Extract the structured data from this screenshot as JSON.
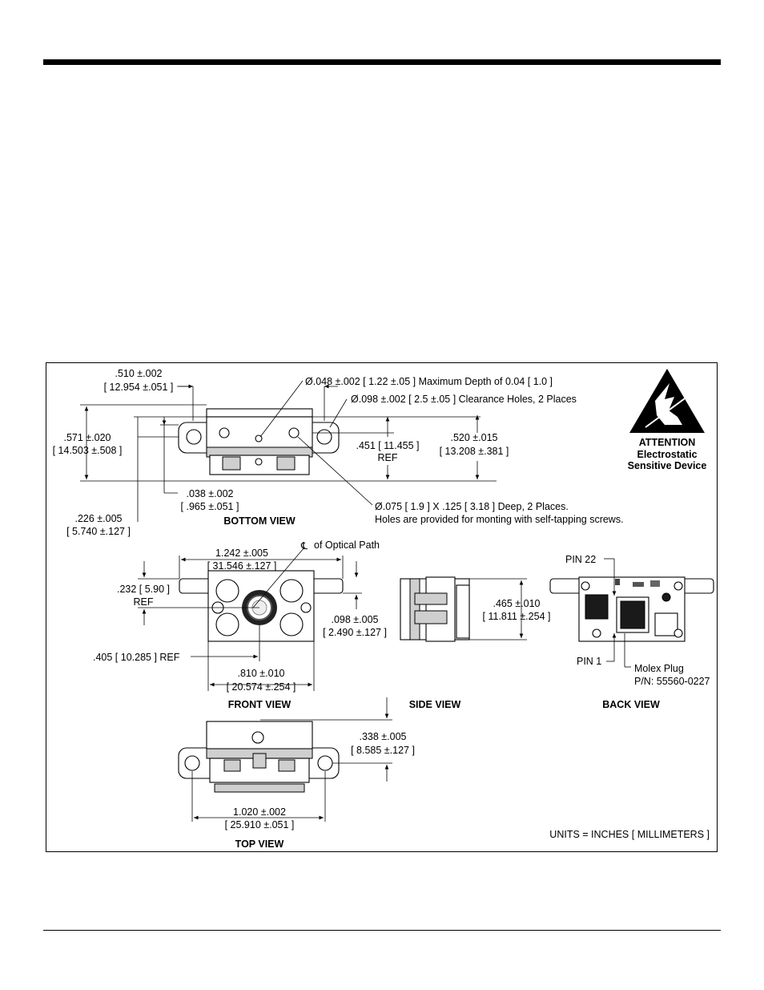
{
  "views": {
    "bottom": {
      "title": "BOTTOM VIEW",
      "dim_width": [
        ".510 ±.002",
        "[ 12.954 ±.051 ]"
      ],
      "dim_hole_small": "Ø.048 ±.002 [ 1.22 ±.05 ] Maximum Depth of 0.04 [ 1.0 ]",
      "dim_hole_clear": "Ø.098 ±.002 [ 2.5 ±.05 ] Clearance Holes, 2 Places",
      "dim_height_left": [
        ".571 ±.020",
        "[ 14.503 ±.508 ]"
      ],
      "dim_height_mid": [
        ".451 [ 11.455 ]",
        "REF"
      ],
      "dim_height_right": [
        ".520 ±.015",
        "[ 13.208 ±.381 ]"
      ],
      "dim_offset_small": [
        ".038 ±.002",
        "[ .965 ±.051 ]"
      ],
      "dim_offset_left": [
        ".226 ±.005",
        "[ 5.740 ±.127 ]"
      ],
      "dim_deep_hole": [
        "Ø.075 [ 1.9 ] X .125 [ 3.18 ] Deep, 2 Places.",
        "Holes are provided for monting with self-tapping screws."
      ]
    },
    "front": {
      "title": "FRONT VIEW",
      "dim_top": [
        "1.242 ±.005",
        "[ 31.546 ±.127 ]"
      ],
      "centerline": "of Optical Path",
      "dim_left": [
        ".232 [ 5.90 ]",
        "REF"
      ],
      "dim_right": [
        ".098 ±.005",
        "[ 2.490 ±.127 ]"
      ],
      "dim_ref": ".405 [ 10.285 ] REF",
      "dim_bottom": [
        ".810 ±.010",
        "[ 20.574 ±.254 ]"
      ]
    },
    "side": {
      "title": "SIDE VIEW",
      "dim_height": [
        ".465 ±.010",
        "[ 11.811 ±.254 ]"
      ]
    },
    "back": {
      "title": "BACK VIEW",
      "pin22": "PIN 22",
      "pin1": "PIN 1",
      "plug": [
        "Molex Plug",
        "P/N: 55560-0227"
      ]
    },
    "top": {
      "title": "TOP VIEW",
      "dim_height": [
        ".338 ±.005",
        "[ 8.585 ±.127 ]"
      ],
      "dim_width": [
        "1.020 ±.002",
        "[ 25.910 ±.051 ]"
      ]
    }
  },
  "esd": {
    "lines": [
      "ATTENTION",
      "Electrostatic",
      "Sensitive Device"
    ]
  },
  "units_note": "UNITS = INCHES [ MILLIMETERS ]"
}
